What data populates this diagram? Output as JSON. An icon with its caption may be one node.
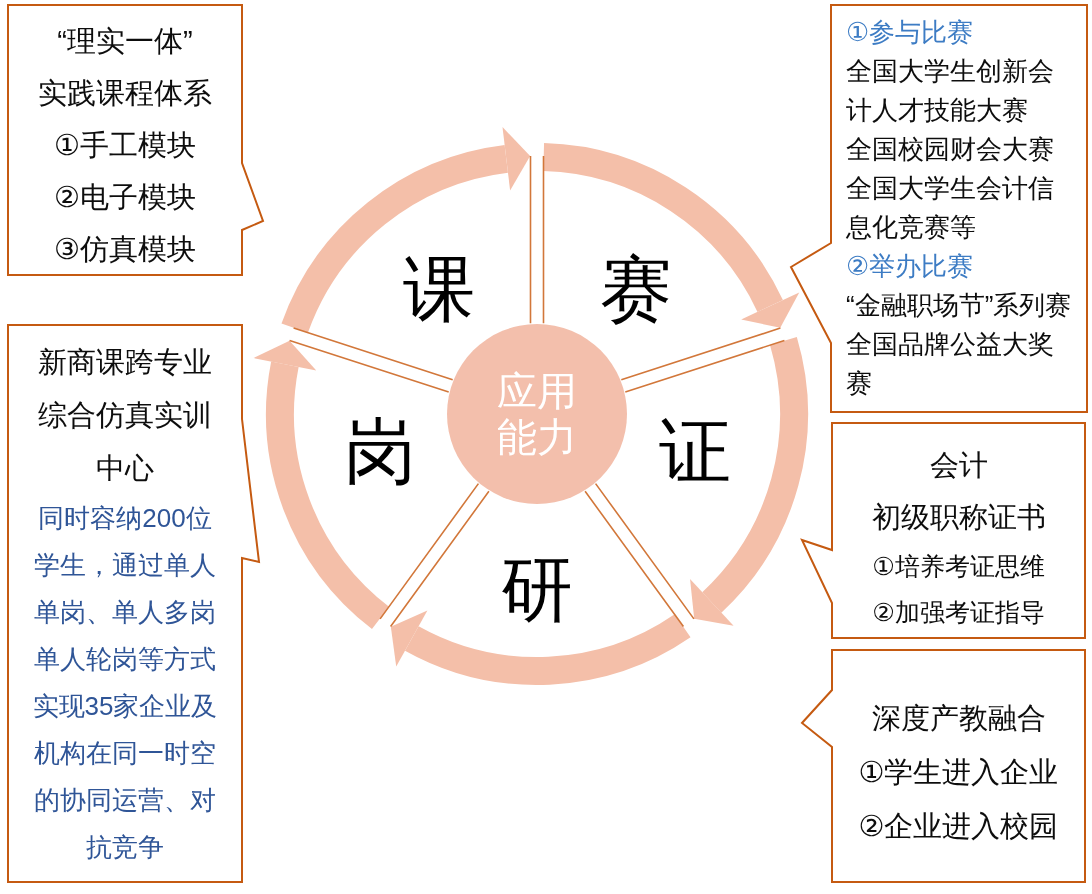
{
  "diagram": {
    "nodes": [
      {
        "text": [
          "“理实一体”",
          "实践课程体系",
          "①手工模块",
          "②电子模块",
          "③仿真模块"
        ]
      },
      {
        "text": [
          "课"
        ]
      },
      {
        "text": [
          "赛"
        ]
      },
      {
        "text": [
          "①参与比赛",
          "全国大学生创新会计人才技能大赛",
          "全国校园财会大赛",
          "全国大学生会计信息化竞赛等",
          "②举办比赛",
          "“金融职场节”系列赛",
          "全国品牌公益大奖赛"
        ]
      },
      {
        "text": [
          "新商课跨专业综合仿真实训中心",
          "同时容纳200位学生，通过单人单岗、单人多岗单人轮岗等方式实现35家企业及机构在同一时空的协同运营、对抗竞争"
        ]
      },
      {
        "text": [
          "岗"
        ]
      },
      {
        "text": [
          "应用能力"
        ]
      },
      {
        "text": [
          "证"
        ]
      },
      {
        "text": [
          "会计",
          "初级职称证书",
          "①培养考证思维",
          "②加强考证指导"
        ]
      },
      {
        "text": [
          "研"
        ]
      },
      {
        "text": [
          "深度产教融合",
          "①学生进入企业",
          "②企业进入校园"
        ]
      }
    ],
    "edges": [
      {
        "from": 1,
        "to": 2,
        "arrow": "to"
      },
      {
        "from": 2,
        "to": 7,
        "arrow": "to"
      },
      {
        "from": 7,
        "to": 9,
        "arrow": "to"
      },
      {
        "from": 9,
        "to": 5,
        "arrow": "to"
      },
      {
        "from": 5,
        "to": 1,
        "arrow": "to"
      }
    ]
  }
}
